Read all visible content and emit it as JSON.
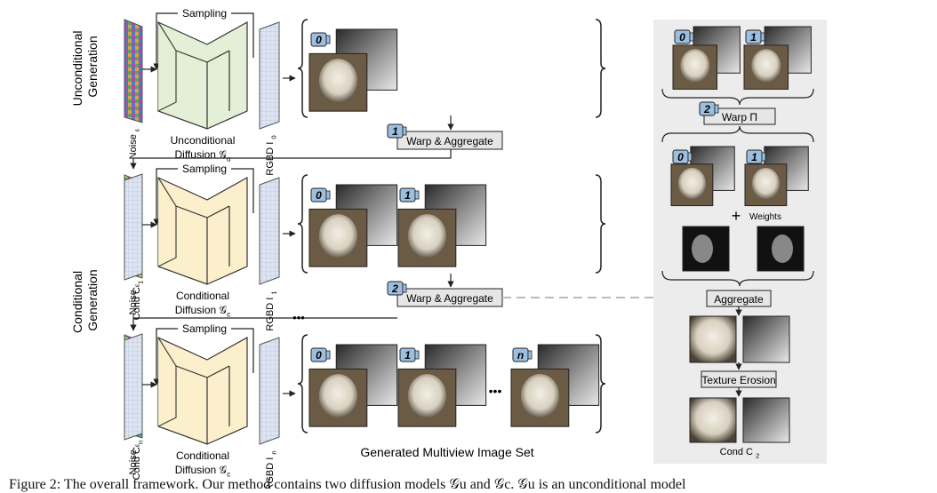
{
  "colors": {
    "unconditional_fill": "#e3efd6",
    "conditional_fill": "#fbefcc",
    "right_panel": "#ececec",
    "badge": "#9cbfe0",
    "box_fill": "#e6e6e6"
  },
  "labels": {
    "unconditional_generation": "Unconditional Generation",
    "conditional_generation": "Conditional Generation",
    "sampling": "Sampling",
    "noise": "Noise",
    "noise_sym": "ε",
    "cond_1": "Cond C",
    "cond_1_sub": "1",
    "cond_n": "Cond C",
    "cond_n_sub": "n",
    "rgbd_0": "RGBD I",
    "rgbd_0_sub": "0",
    "rgbd_1": "RGBD I",
    "rgbd_1_sub": "1",
    "rgbd_n": "RGBD I",
    "rgbd_n_sub": "n",
    "uncond_diffusion_1": "Unconditional",
    "uncond_diffusion_2": "Diffusion",
    "uncond_diffusion_sym": "𝒢",
    "uncond_diffusion_sub": "u",
    "cond_diffusion_1": "Conditional",
    "cond_diffusion_2": "Diffusion",
    "cond_diffusion_sym": "𝒢",
    "cond_diffusion_sub": "c",
    "warp_aggregate": "Warp & Aggregate",
    "dots": "•••",
    "generated_set": "Generated Multiview Image Set",
    "warp_pi": "Warp Π",
    "weights": "Weights",
    "aggregate": "Aggregate",
    "texture_erosion": "Texture Erosion",
    "cond_c2": "Cond C",
    "cond_c2_sub": "2",
    "badge_0": "0",
    "badge_1": "1",
    "badge_2": "2",
    "badge_n": "n"
  },
  "caption": "Figure 2: The overall framework. Our method contains two diffusion models 𝒢u and 𝒢c. 𝒢u is an unconditional model"
}
